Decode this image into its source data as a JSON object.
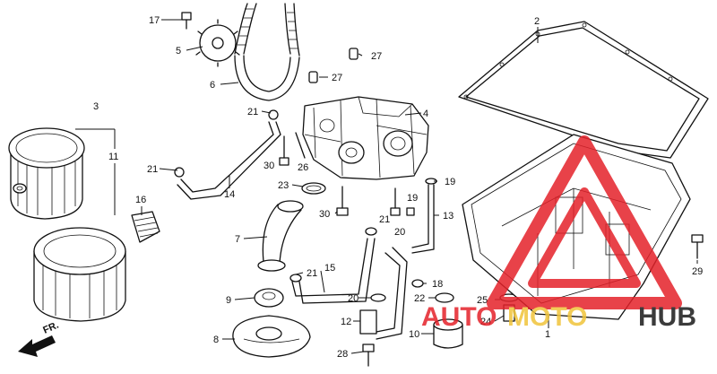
{
  "diagram": {
    "callouts": [
      "17",
      "5",
      "6",
      "3",
      "11",
      "16",
      "21",
      "30",
      "26",
      "21",
      "14",
      "4",
      "27",
      "27",
      "2",
      "23",
      "19",
      "30",
      "21",
      "13",
      "19",
      "20",
      "7",
      "21",
      "15",
      "9",
      "20",
      "22",
      "18",
      "12",
      "10",
      "25",
      "24",
      "8",
      "28",
      "29",
      "1"
    ],
    "direction_marker": "FR.",
    "watermark": {
      "brand": "AUTOMOTOHUB",
      "parts": [
        "AUTO",
        "MOTO",
        "HUB"
      ],
      "colors": {
        "triangle": "#e4222a",
        "auto": "#e4222a",
        "moto": "#f0c43a",
        "hub": "#1a1a1a"
      }
    }
  }
}
